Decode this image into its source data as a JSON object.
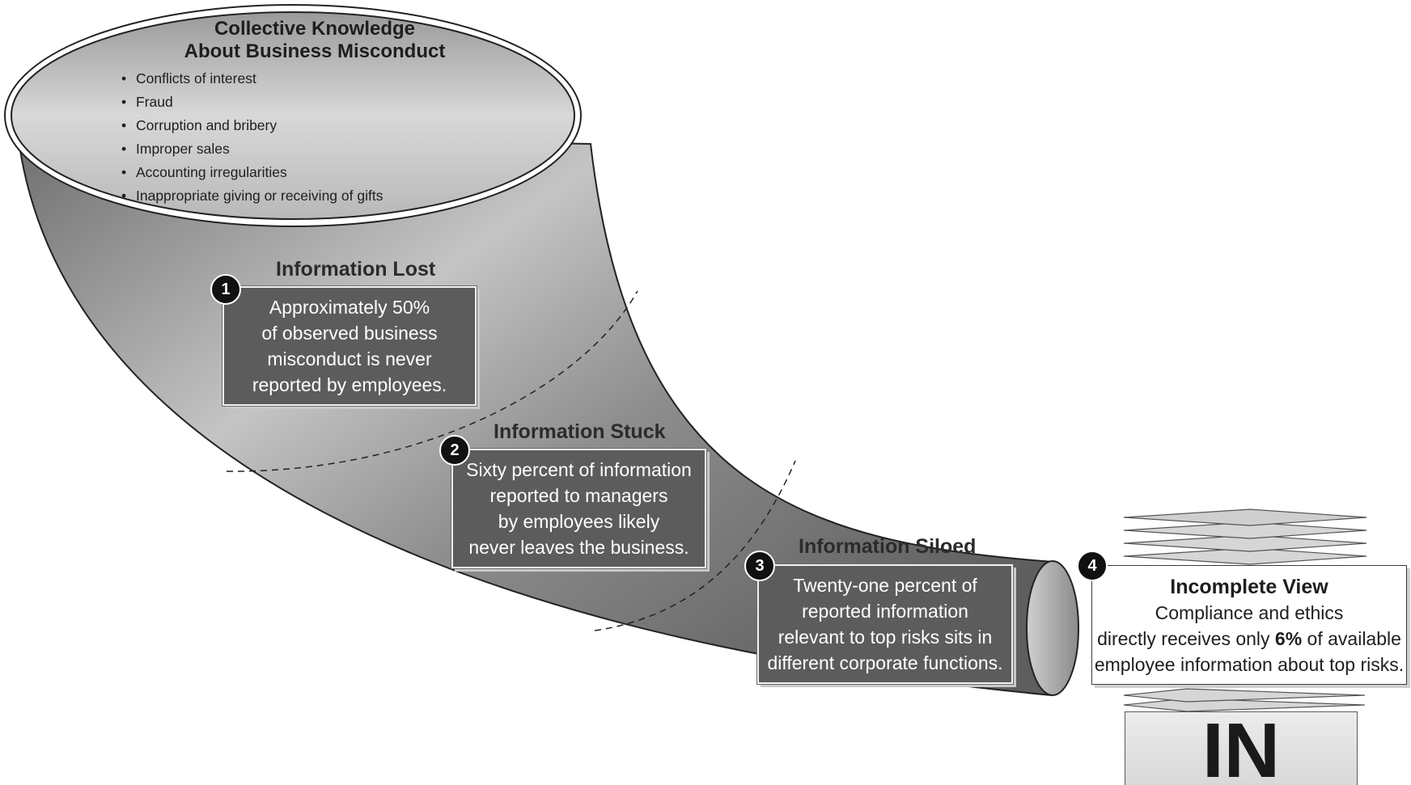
{
  "colors": {
    "funnel_dark": "#6b6b6b",
    "funnel_light": "#c6c6c6",
    "callout_fill": "#5c5c5c",
    "marker_fill": "#111111",
    "page_background": "#ffffff"
  },
  "collective": {
    "title_line1": "Collective Knowledge",
    "title_line2": "About Business Misconduct",
    "items": [
      "Conflicts of interest",
      "Fraud",
      "Corruption and bribery",
      "Improper sales",
      "Accounting irregularities",
      "Inappropriate giving or receiving of gifts"
    ]
  },
  "stages": [
    {
      "number": "1",
      "title": "Information Lost",
      "lines": [
        "Approximately 50%",
        "of observed business",
        "misconduct is never",
        "reported by employees."
      ]
    },
    {
      "number": "2",
      "title": "Information Stuck",
      "lines": [
        "Sixty percent of information",
        "reported to managers",
        "by employees likely",
        "never leaves the business."
      ]
    },
    {
      "number": "3",
      "title": "Information Siloed",
      "lines": [
        "Twenty-one percent of",
        "reported information",
        "relevant to top risks sits in",
        "different corporate functions."
      ]
    }
  ],
  "incomplete_view": {
    "number": "4",
    "title": "Incomplete View",
    "line1": "Compliance and ethics",
    "line2_prefix": "directly receives only ",
    "line2_highlight": "6%",
    "line2_suffix": " of available",
    "line3": "employee information about top risks."
  },
  "inbox_label": "IN"
}
